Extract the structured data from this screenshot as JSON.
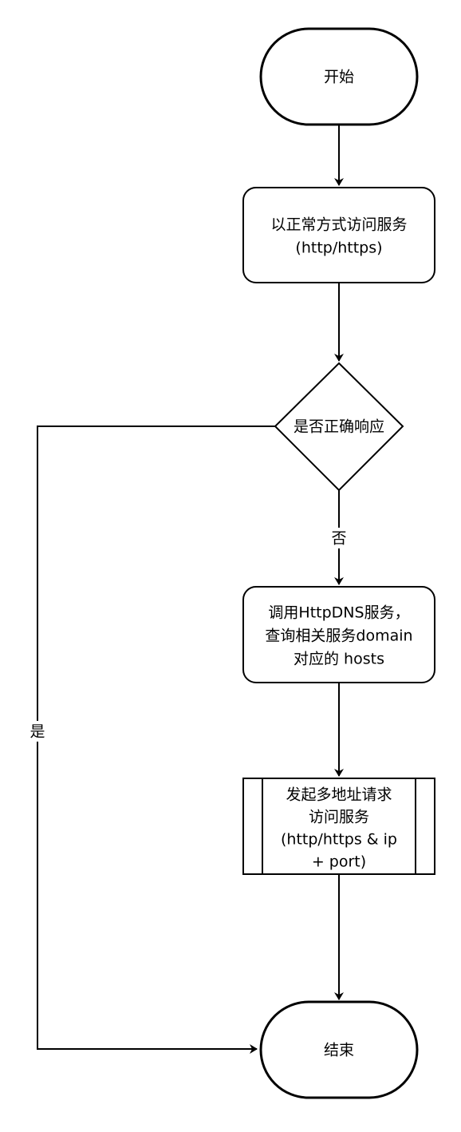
{
  "nodes": {
    "start": {
      "label": "开始"
    },
    "access_normal": {
      "lines": [
        "以正常方式访问服务",
        "(http/https)"
      ]
    },
    "decision": {
      "label": "是否正确响应"
    },
    "httpdns": {
      "lines": [
        "调用HttpDNS服务，",
        "查询相关服务domain",
        "对应的 hosts"
      ]
    },
    "multi_access": {
      "lines": [
        "发起多地址请求",
        "访问服务",
        "(http/https & ip",
        "+ port)"
      ]
    },
    "end": {
      "label": "结束"
    }
  },
  "edges": {
    "no_label": "否",
    "yes_label": "是"
  },
  "colors": {
    "stroke": "#000000",
    "fill": "#ffffff"
  }
}
